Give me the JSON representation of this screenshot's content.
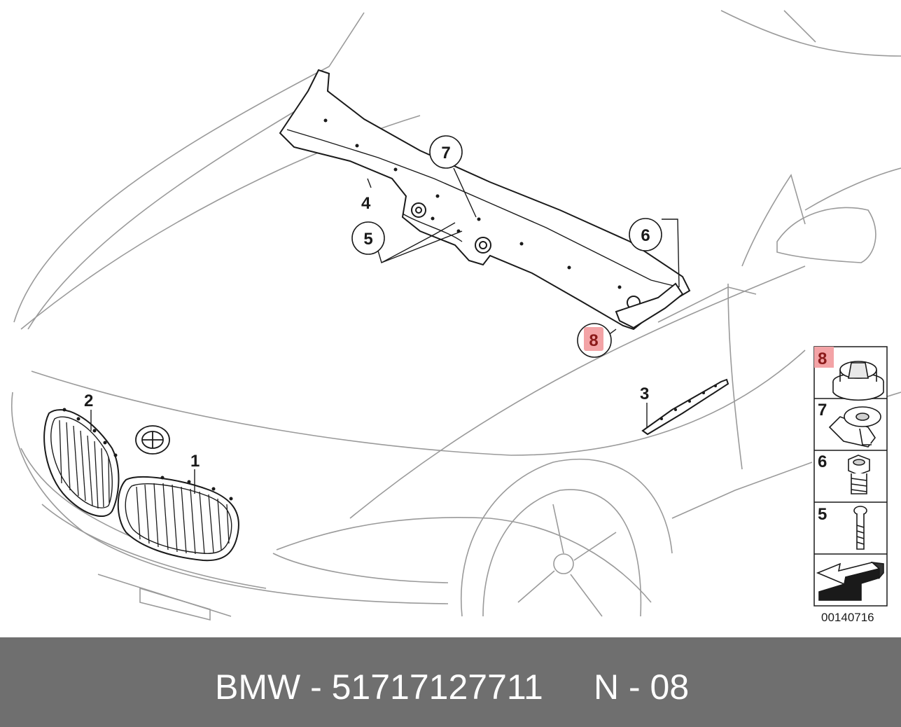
{
  "callouts": {
    "c1": "1",
    "c2": "2",
    "c3": "3",
    "c4": "4",
    "c5": "5",
    "c6": "6",
    "c7": "7",
    "c8": "8"
  },
  "legend": {
    "items": [
      {
        "num": "8",
        "icon": "clip-nut-icon",
        "highlighted": true
      },
      {
        "num": "7",
        "icon": "expanding-nut-icon",
        "highlighted": false
      },
      {
        "num": "6",
        "icon": "hex-bolt-icon",
        "highlighted": false
      },
      {
        "num": "5",
        "icon": "screw-icon",
        "highlighted": false
      },
      {
        "num": "",
        "icon": "direction-arrow-icon",
        "highlighted": false
      }
    ],
    "diagram_code": "00140716"
  },
  "footer": {
    "brand": "BMW - 51717127711",
    "ref": "N - 08"
  },
  "colors": {
    "highlight": "#f3a3a6",
    "line": "#1a1a1a",
    "footer_bg": "#6f6f6f"
  }
}
